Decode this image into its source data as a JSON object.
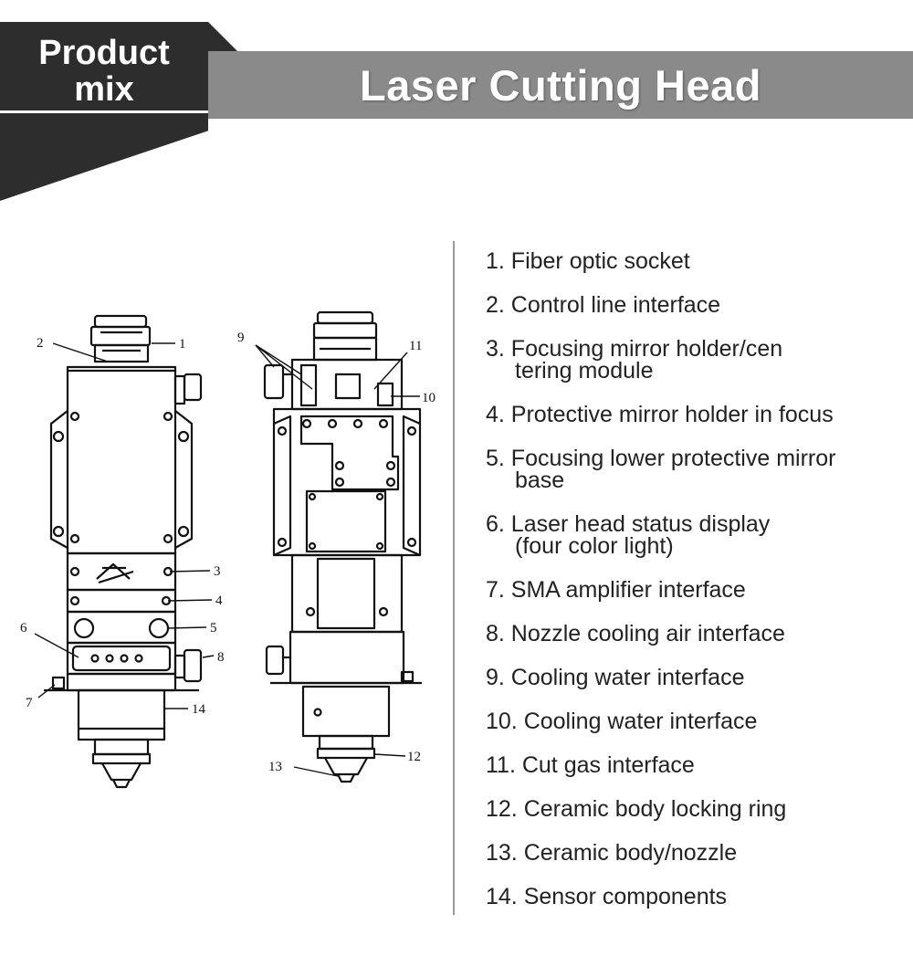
{
  "header": {
    "tag_line1": "Product",
    "tag_line2": "mix",
    "title": "Laser Cutting Head"
  },
  "callouts": [
    "1",
    "2",
    "3",
    "4",
    "5",
    "6",
    "7",
    "8",
    "9",
    "10",
    "11",
    "12",
    "13",
    "14"
  ],
  "legend": [
    {
      "line1": "1. Fiber optic socket",
      "line2": ""
    },
    {
      "line1": "2. Control line interface",
      "line2": ""
    },
    {
      "line1": "3. Focusing mirror holder/cen",
      "line2": "tering module"
    },
    {
      "line1": "4. Protective mirror holder in focus",
      "line2": ""
    },
    {
      "line1": "5. Focusing lower protective mirror",
      "line2": "base"
    },
    {
      "line1": "6. Laser head status display",
      "line2": "(four color light)"
    },
    {
      "line1": "7. SMA amplifier interface",
      "line2": ""
    },
    {
      "line1": "8. Nozzle cooling air interface",
      "line2": ""
    },
    {
      "line1": "9. Cooling water interface",
      "line2": ""
    },
    {
      "line1": "10. Cooling water interface",
      "line2": ""
    },
    {
      "line1": "11. Cut gas interface",
      "line2": ""
    },
    {
      "line1": "12. Ceramic body locking ring",
      "line2": ""
    },
    {
      "line1": "13. Ceramic body/nozzle",
      "line2": ""
    },
    {
      "line1": "14. Sensor components",
      "line2": ""
    }
  ],
  "colors": {
    "banner_dark": "#2d2d2d",
    "banner_gray": "#8a8a8a",
    "divider": "#9a9a9a"
  }
}
